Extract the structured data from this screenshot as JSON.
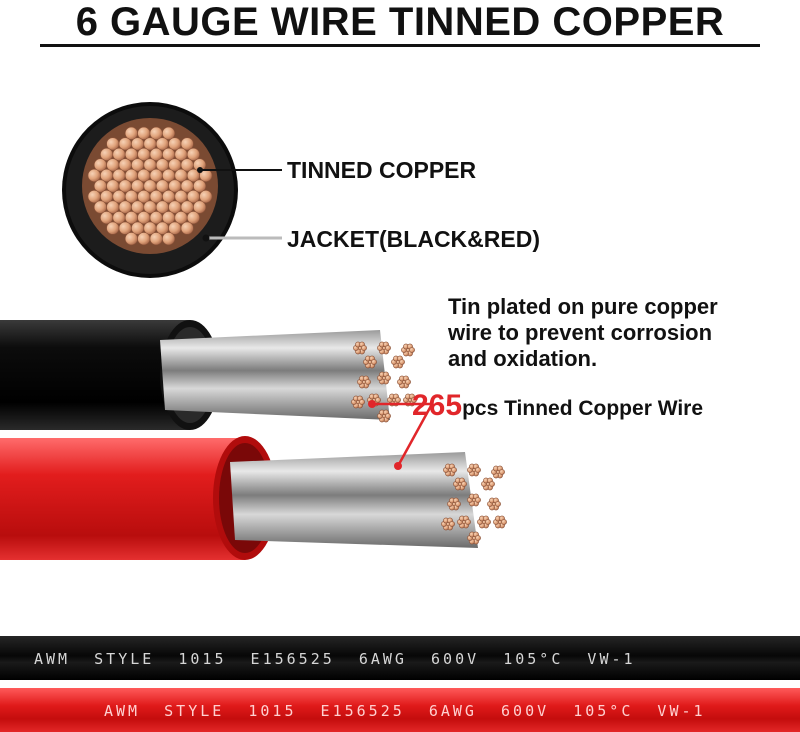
{
  "title": "6 GAUGE WIRE TINNED COPPER",
  "labels": {
    "tinned_copper": "TINNED COPPER",
    "jacket": "JACKET(BLACK&RED)"
  },
  "description": {
    "line1": "Tin plated on pure copper",
    "line2": "wire to prevent corrosion",
    "line3": "and oxidation."
  },
  "strand_count": {
    "number": "265",
    "text": "pcs Tinned Copper Wire"
  },
  "wire_markings": {
    "black": "AWM  STYLE  1015  E156525  6AWG  600V  105°C  VW-1",
    "red": "AWM  STYLE  1015  E156525  6AWG  600V  105°C  VW-1"
  },
  "colors": {
    "accent_red": "#e1262a",
    "jacket_black": "#111111",
    "jacket_red": "#e01a1a",
    "copper": "#e0a27a"
  },
  "icons": [
    "wire-cross-section-icon",
    "black-cable-icon",
    "red-cable-icon"
  ]
}
